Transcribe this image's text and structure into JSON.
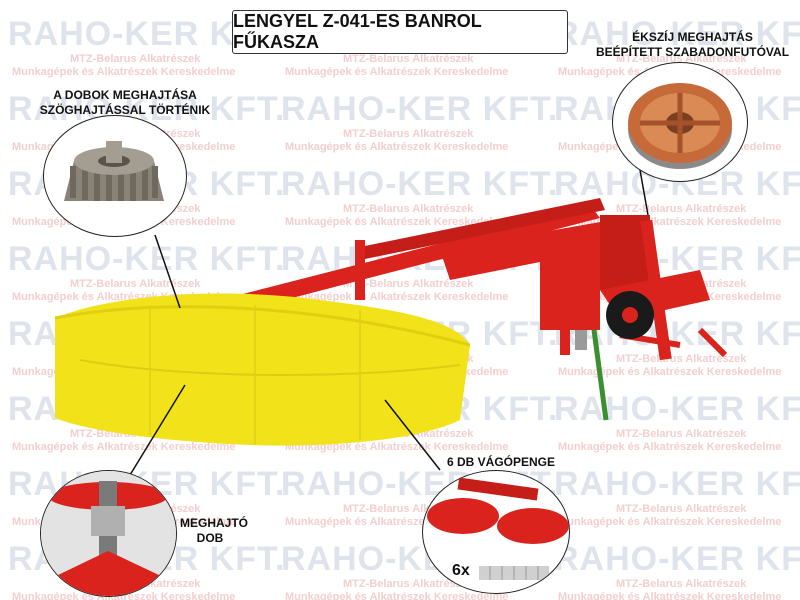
{
  "title": "LENGYEL Z-041-ES BANROL FŰKASZA",
  "watermark": {
    "logo": "RAHO-KER KFT.",
    "line1": "MTZ-Belarus Alkatrészek",
    "line2": "Munkagépek és Alkatrészek Kereskedelme"
  },
  "callouts": {
    "gear_drive": {
      "line1": "A DOBOK MEGHAJTÁSA",
      "line2": "SZÖGHAJTÁSSAL TÖRTÉNIK"
    },
    "belt_drive": {
      "line1": "ÉKSZÍJ MEGHAJTÁS",
      "line2": "BEÉPÍTETT SZABADONFUTÓVAL"
    },
    "drive_drum": {
      "line1": "MEGHAJTÓ",
      "line2": "DOB"
    },
    "blades": {
      "label": "6 DB VÁGÓPENGE",
      "count": "6x"
    }
  },
  "colors": {
    "machine_red": "#d9231c",
    "cover_yellow": "#f2e21a",
    "shaft_green": "#3a8f2e",
    "gear_metal": "#8a8478",
    "pulley_copper": "#c66a3a"
  }
}
